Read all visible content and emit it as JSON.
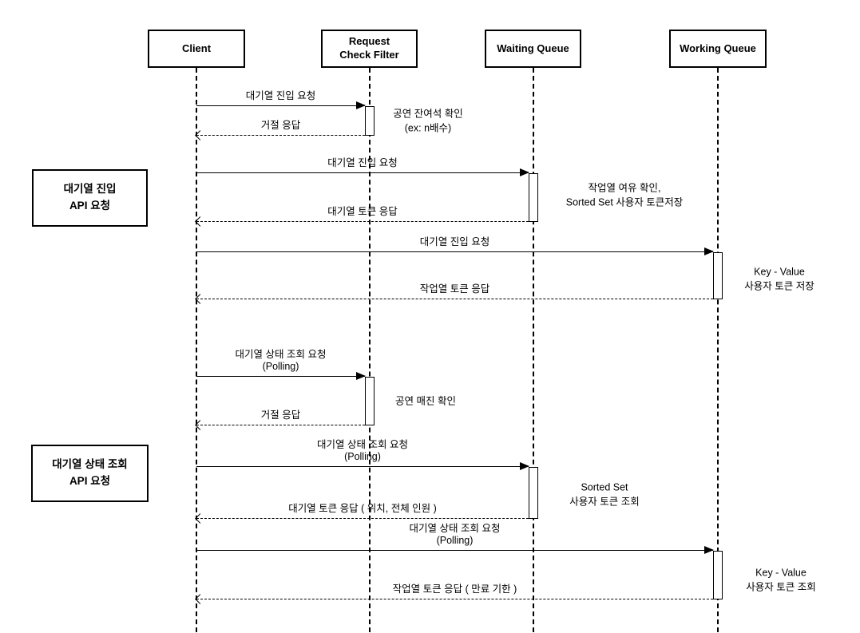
{
  "diagram_type": "sequence-diagram",
  "colors": {
    "stroke": "#000000",
    "background": "#ffffff",
    "shape_fill": "#ffffff"
  },
  "actors": [
    {
      "name": "Client"
    },
    {
      "name": "Request Check Filter",
      "display_line1": "Request",
      "display_line2": "Check Filter"
    },
    {
      "name": "Waiting Queue"
    },
    {
      "name": "Working Queue"
    }
  ],
  "section_labels": [
    {
      "line1": "대기열 진입",
      "line2": "API 요청"
    },
    {
      "line1": "대기열 상태 조회",
      "line2": "API 요청"
    }
  ],
  "messages": [
    {
      "label": "대기열 진입 요청",
      "type": "request",
      "from": "Client",
      "to": "Request Check Filter"
    },
    {
      "label": "거절 응답",
      "type": "response",
      "from": "Request Check Filter",
      "to": "Client"
    },
    {
      "label": "대기열 진입 요청",
      "type": "request",
      "from": "Client",
      "to": "Waiting Queue"
    },
    {
      "label": "대기열 토큰 응답",
      "type": "response",
      "from": "Waiting Queue",
      "to": "Client"
    },
    {
      "label": "대기열 진입 요청",
      "type": "request",
      "from": "Client",
      "to": "Working Queue"
    },
    {
      "label": "작업열 토큰 응답",
      "type": "response",
      "from": "Working Queue",
      "to": "Client"
    },
    {
      "label": "대기열 상태 조회 요청",
      "sublabel": "(Polling)",
      "type": "request",
      "from": "Client",
      "to": "Request Check Filter"
    },
    {
      "label": "거절 응답",
      "type": "response",
      "from": "Request Check Filter",
      "to": "Client"
    },
    {
      "label": "대기열 상태 조회 요청",
      "sublabel": "(Polling)",
      "type": "request",
      "from": "Client",
      "to": "Waiting Queue"
    },
    {
      "label": "대기열 토큰 응답 ( 위치, 전체 인원 )",
      "type": "response",
      "from": "Waiting Queue",
      "to": "Client"
    },
    {
      "label": "대기열 상태 조회 요청",
      "sublabel": "(Polling)",
      "type": "request",
      "from": "Client",
      "to": "Working Queue"
    },
    {
      "label": "작업열 토큰 응답 ( 만료 기한 )",
      "type": "response",
      "from": "Working Queue",
      "to": "Client"
    }
  ],
  "notes": [
    {
      "line1": "공연 잔여석 확인",
      "line2": "(ex: n배수)"
    },
    {
      "line1": "작업열 여유 확인,",
      "line2": "Sorted Set 사용자 토큰저장"
    },
    {
      "line1": "Key - Value",
      "line2": "사용자 토큰 저장"
    },
    {
      "line1": "공연 매진 확인",
      "line2": ""
    },
    {
      "line1": "Sorted Set",
      "line2": "사용자 토큰 조회"
    },
    {
      "line1": "Key - Value",
      "line2": "사용자 토큰 조회"
    }
  ]
}
